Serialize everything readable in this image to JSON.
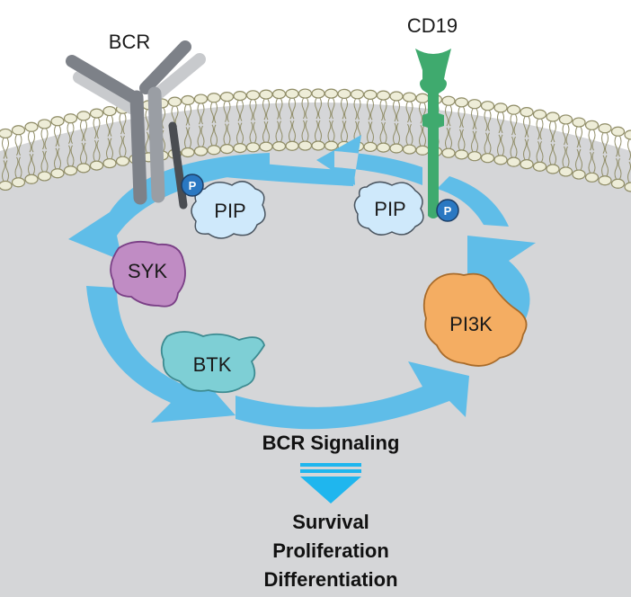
{
  "diagram": {
    "labels": {
      "bcr": "BCR",
      "cd19": "CD19",
      "pip_left": "PIP",
      "pip_right": "PIP",
      "p_left": "P",
      "p_right": "P",
      "syk": "SYK",
      "btk": "BTK",
      "pi3k": "PI3K",
      "signaling": "BCR Signaling"
    },
    "outcomes": [
      "Survival",
      "Proliferation",
      "Differentiation"
    ],
    "colors": {
      "cytoplasm": "#d5d6d8",
      "membrane_head": "#eeedd8",
      "membrane_stroke": "#8f8c66",
      "arrow": "#5fbde8",
      "bcr_dark": "#7d8188",
      "bcr_light": "#c8cacd",
      "cd19": "#3faa6e",
      "pip": "#cfe9fb",
      "syk": "#c08cc4",
      "btk": "#7ecfd5",
      "pi3k": "#f4ad62",
      "phospho": "#2a78c2",
      "down_arrow": "#1fb6ee"
    }
  }
}
